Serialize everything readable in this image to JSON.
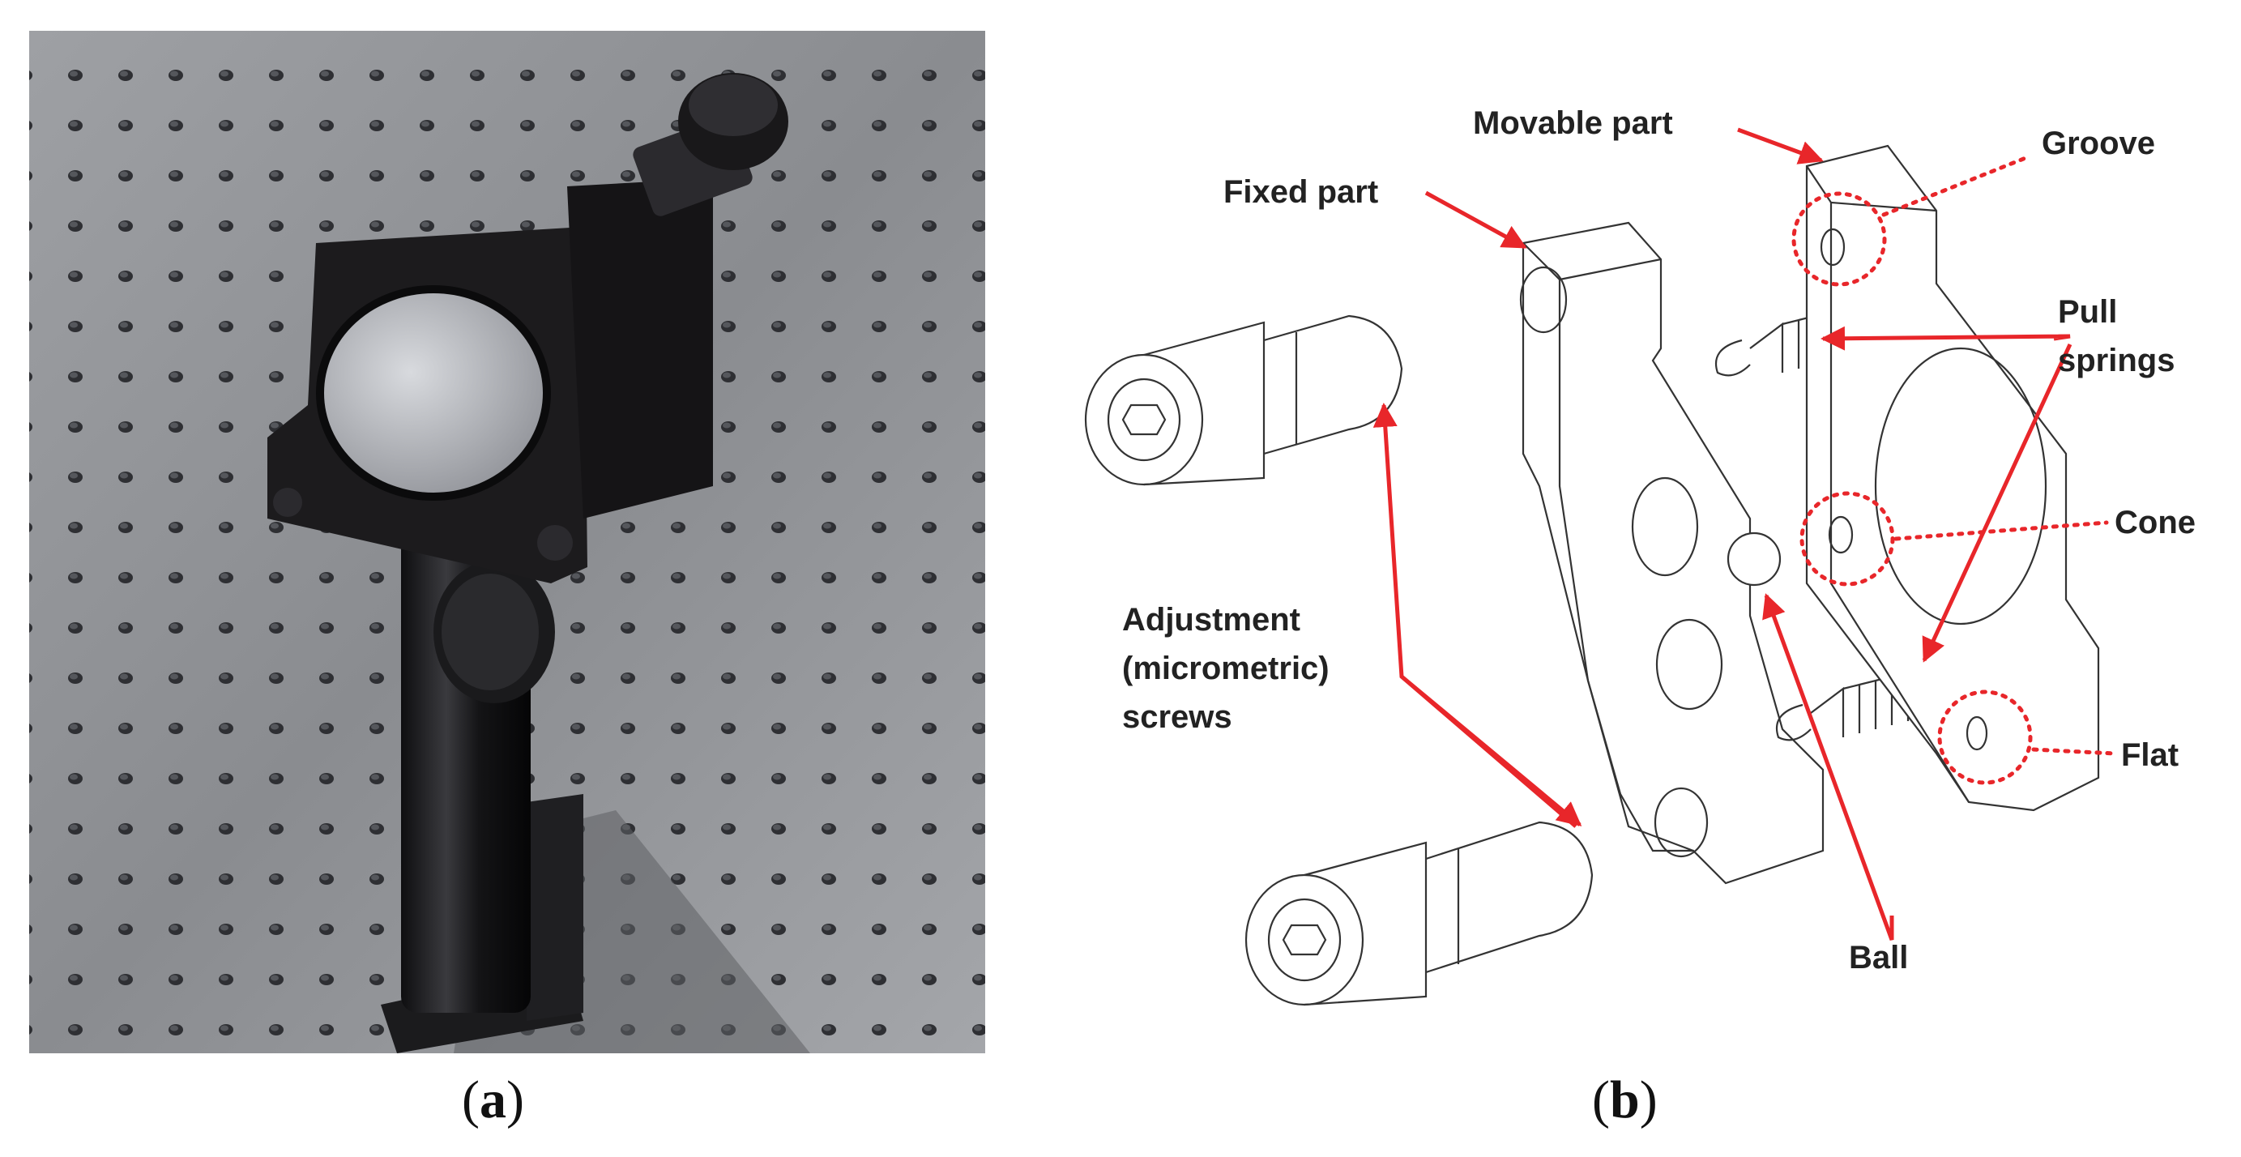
{
  "captions": {
    "a": {
      "open": "(",
      "letter": "a",
      "close": ")"
    },
    "b": {
      "open": "(",
      "letter": "b",
      "close": ")"
    }
  },
  "labels": {
    "movable_part": "Movable part",
    "fixed_part": "Fixed part",
    "groove": "Groove",
    "pull_springs_line1": "Pull",
    "pull_springs_line2": "springs",
    "cone": "Cone",
    "adjustment_line1": "Adjustment",
    "adjustment_line2": "(micrometric)",
    "adjustment_line3": "screws",
    "flat": "Flat",
    "ball": "Ball"
  },
  "colors": {
    "annotation_red": "#e8262a",
    "line_art": "#333333",
    "table_gray": "#8d8f94",
    "mount_black": "#1c1b1d"
  }
}
